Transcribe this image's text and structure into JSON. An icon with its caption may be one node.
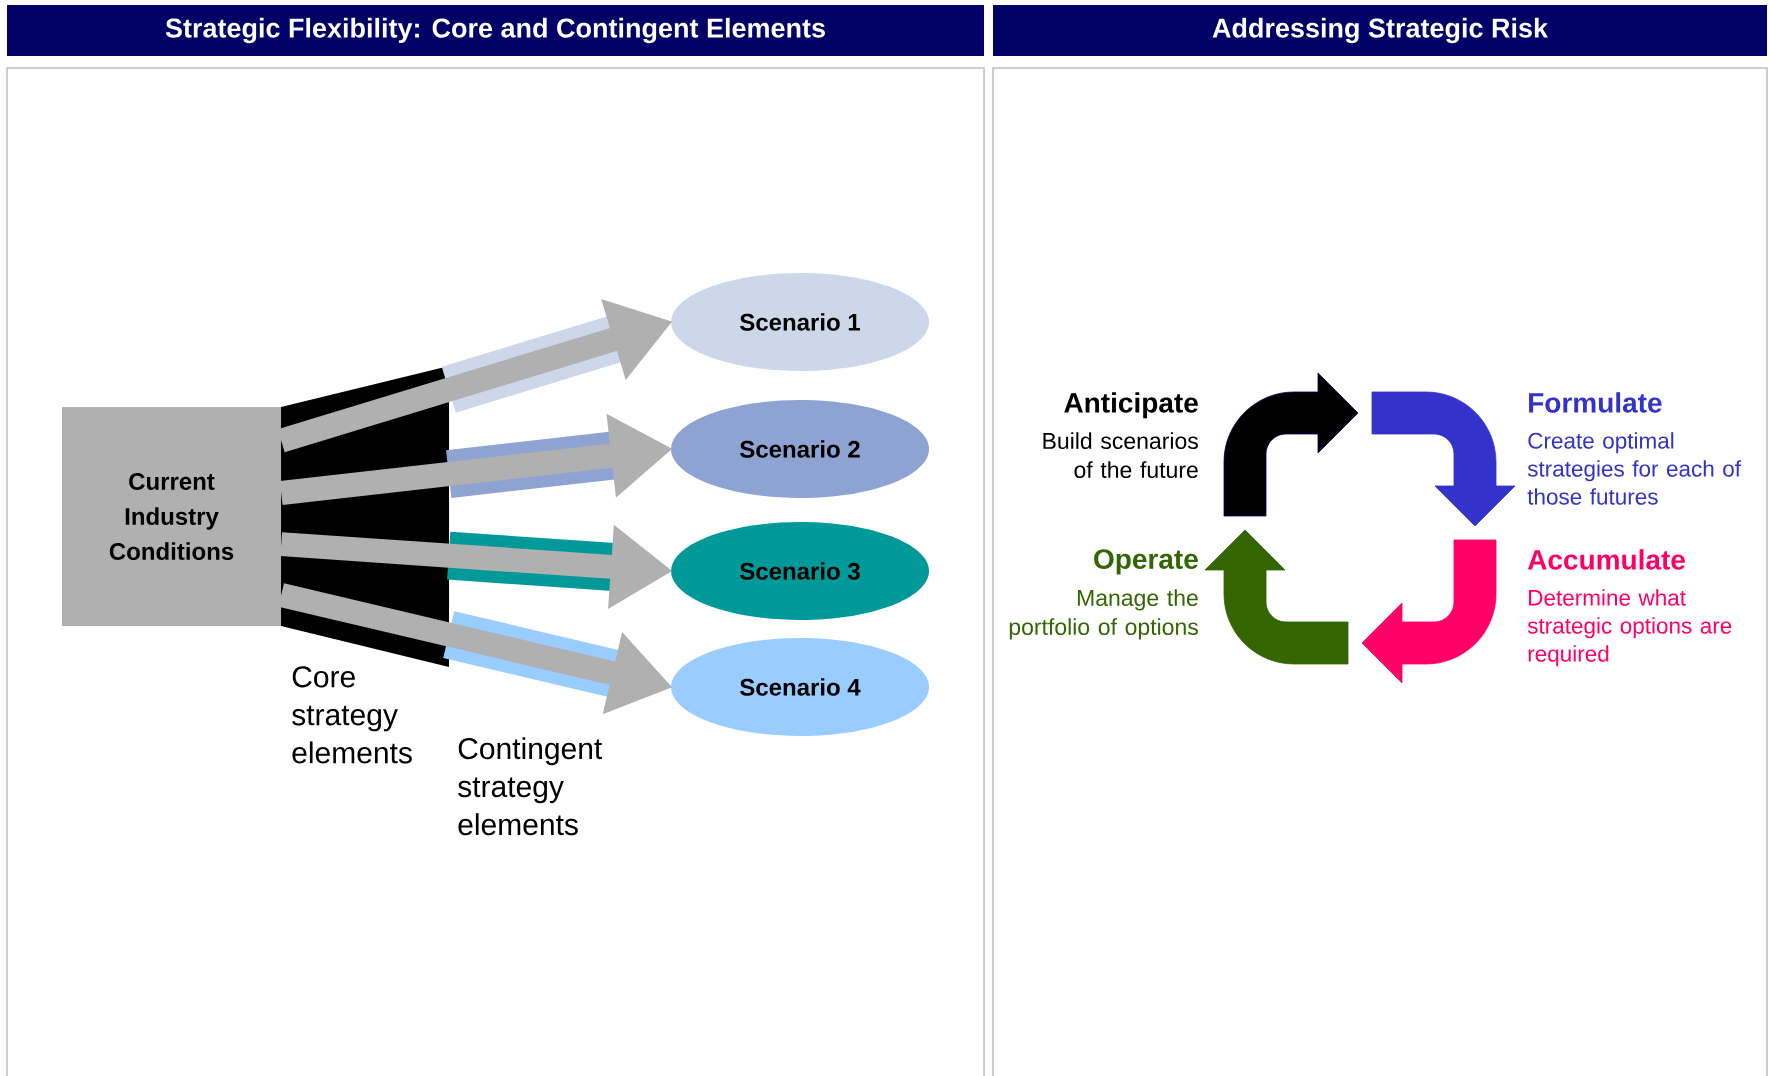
{
  "diagram": {
    "nodes": [
      {
        "text": [
          "Strategic Flexibility: Core and Contingent Elements"
        ]
      },
      {
        "text": [
          "Addressing Strategic Risk"
        ]
      },
      {
        "text": [
          "Current Industry Conditions"
        ]
      },
      {
        "text": [
          "Scenario 1"
        ]
      },
      {
        "text": [
          "Scenario 2"
        ]
      },
      {
        "text": [
          "Scenario 3"
        ]
      },
      {
        "text": [
          "Scenario 4"
        ]
      }
    ],
    "edges": [
      {
        "from": 2,
        "to": 3,
        "arrow": "to"
      },
      {
        "from": 2,
        "to": 4,
        "arrow": "to"
      },
      {
        "from": 2,
        "to": 5,
        "arrow": "to"
      },
      {
        "from": 2,
        "to": 6,
        "arrow": "to"
      }
    ],
    "labels": [
      "Core strategy elements",
      "Contingent strategy elements",
      "Anticipate",
      "Build scenarios of the future",
      "Formulate",
      "Create optimal strategies for each of those futures",
      "Operate",
      "Manage the portfolio of options",
      "Accumulate",
      "Determine what strategic options are required"
    ]
  }
}
